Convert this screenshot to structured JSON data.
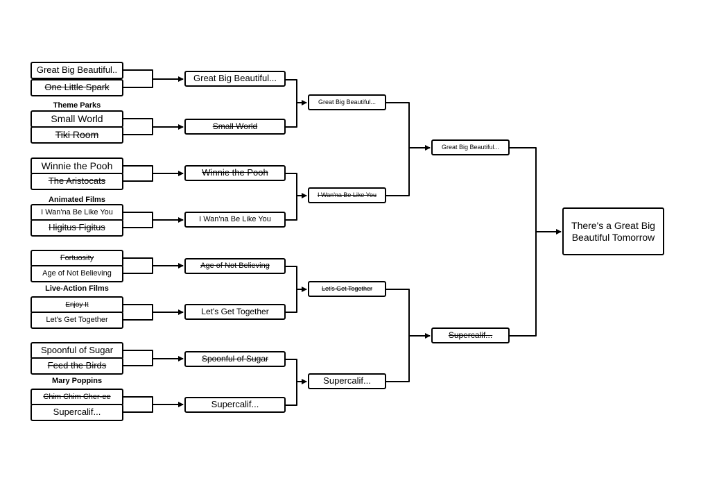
{
  "categories": {
    "theme_parks": "Theme Parks",
    "animated_films": "Animated Films",
    "live_action": "Live-Action Films",
    "mary_poppins": "Mary Poppins"
  },
  "round1": [
    {
      "label": "Great Big Beautiful..",
      "eliminated": false
    },
    {
      "label": "One Little Spark",
      "eliminated": true
    },
    {
      "label": "Small World",
      "eliminated": false
    },
    {
      "label": "Tiki Room",
      "eliminated": true
    },
    {
      "label": "Winnie the Pooh",
      "eliminated": false
    },
    {
      "label": "The Aristocats",
      "eliminated": true
    },
    {
      "label": "I Wan'na Be Like You",
      "eliminated": false
    },
    {
      "label": "Higitus Figitus",
      "eliminated": true
    },
    {
      "label": "Fortuosity",
      "eliminated": true
    },
    {
      "label": "Age of Not Believing",
      "eliminated": false
    },
    {
      "label": "Enjoy It",
      "eliminated": true
    },
    {
      "label": "Let's Get Together",
      "eliminated": false
    },
    {
      "label": "Spoonful of Sugar",
      "eliminated": false
    },
    {
      "label": "Feed the Birds",
      "eliminated": true
    },
    {
      "label": "Chim Chim Cher-ee",
      "eliminated": true
    },
    {
      "label": "Supercalif...",
      "eliminated": false
    }
  ],
  "round2": [
    {
      "label": "Great Big Beautiful...",
      "eliminated": false
    },
    {
      "label": "Small World",
      "eliminated": true
    },
    {
      "label": "Winnie the Pooh",
      "eliminated": true
    },
    {
      "label": "I Wan'na Be Like You",
      "eliminated": false
    },
    {
      "label": "Age of Not Believing",
      "eliminated": true
    },
    {
      "label": "Let's Get Together",
      "eliminated": false
    },
    {
      "label": "Spoonful of Sugar",
      "eliminated": true
    },
    {
      "label": "Supercalif...",
      "eliminated": false
    }
  ],
  "round3": [
    {
      "label": "Great Big Beautiful...",
      "eliminated": false
    },
    {
      "label": "I Wan'na Be Like You",
      "eliminated": true
    },
    {
      "label": "Let's Get Together",
      "eliminated": true
    },
    {
      "label": "Supercalif...",
      "eliminated": false
    }
  ],
  "round4": [
    {
      "label": "Great Big Beautiful...",
      "eliminated": false
    },
    {
      "label": "Supercalif...",
      "eliminated": true
    }
  ],
  "champion": "There's a Great Big Beautiful Tomorrow"
}
